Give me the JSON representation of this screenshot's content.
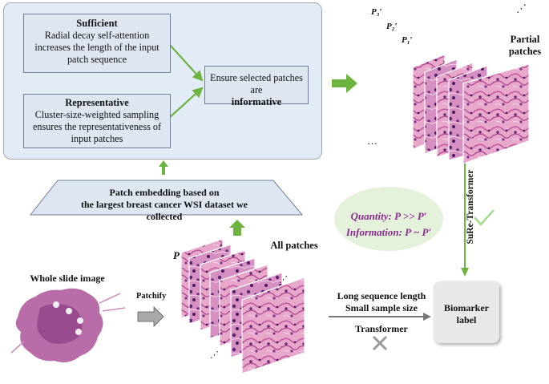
{
  "top_panel": {
    "sufficient": {
      "title": "Sufficient",
      "body": "Radial decay self-attention increases the length of the input patch sequence"
    },
    "representative": {
      "title": "Representative",
      "body": "Cluster-size-weighted sampling ensures the representativeness of input patches"
    },
    "goal": {
      "prefix": "Ensure selected patches are",
      "emphasis": "informative"
    }
  },
  "embedding_label": {
    "line1": "Patch embedding based on",
    "line2": "the largest breast cancer WSI dataset we collected"
  },
  "partial_patches": {
    "title_line1": "Partial",
    "title_line2": "patches",
    "stack_labels": [
      "P₃′",
      "P₂′",
      "P₁′"
    ],
    "ellipsis_top": "⋰",
    "ellipsis_bottom": "…"
  },
  "all_patches": {
    "title": "All patches",
    "stack_label": "P"
  },
  "wsi": {
    "title": "Whole slide image"
  },
  "patchify_label": "Patchify",
  "quantity_text": "Quantity: P >> P′",
  "information_text": "Information: P ~ P′",
  "sure_transformer_label": "SuRe-Transformer",
  "long_sequence": {
    "line1": "Long sequence length",
    "line2": "Small sample size"
  },
  "transformer_label": "Transformer",
  "biomarker": {
    "line1": "Biomarker",
    "line2": "label"
  },
  "colors": {
    "green_arrow": "#6db33f",
    "panel_fill": "#e3ecf6",
    "ellipse_fill": "#e4f2dc",
    "accent_purple": "#8a2c8f",
    "card_grey": "#e8e8e8"
  }
}
